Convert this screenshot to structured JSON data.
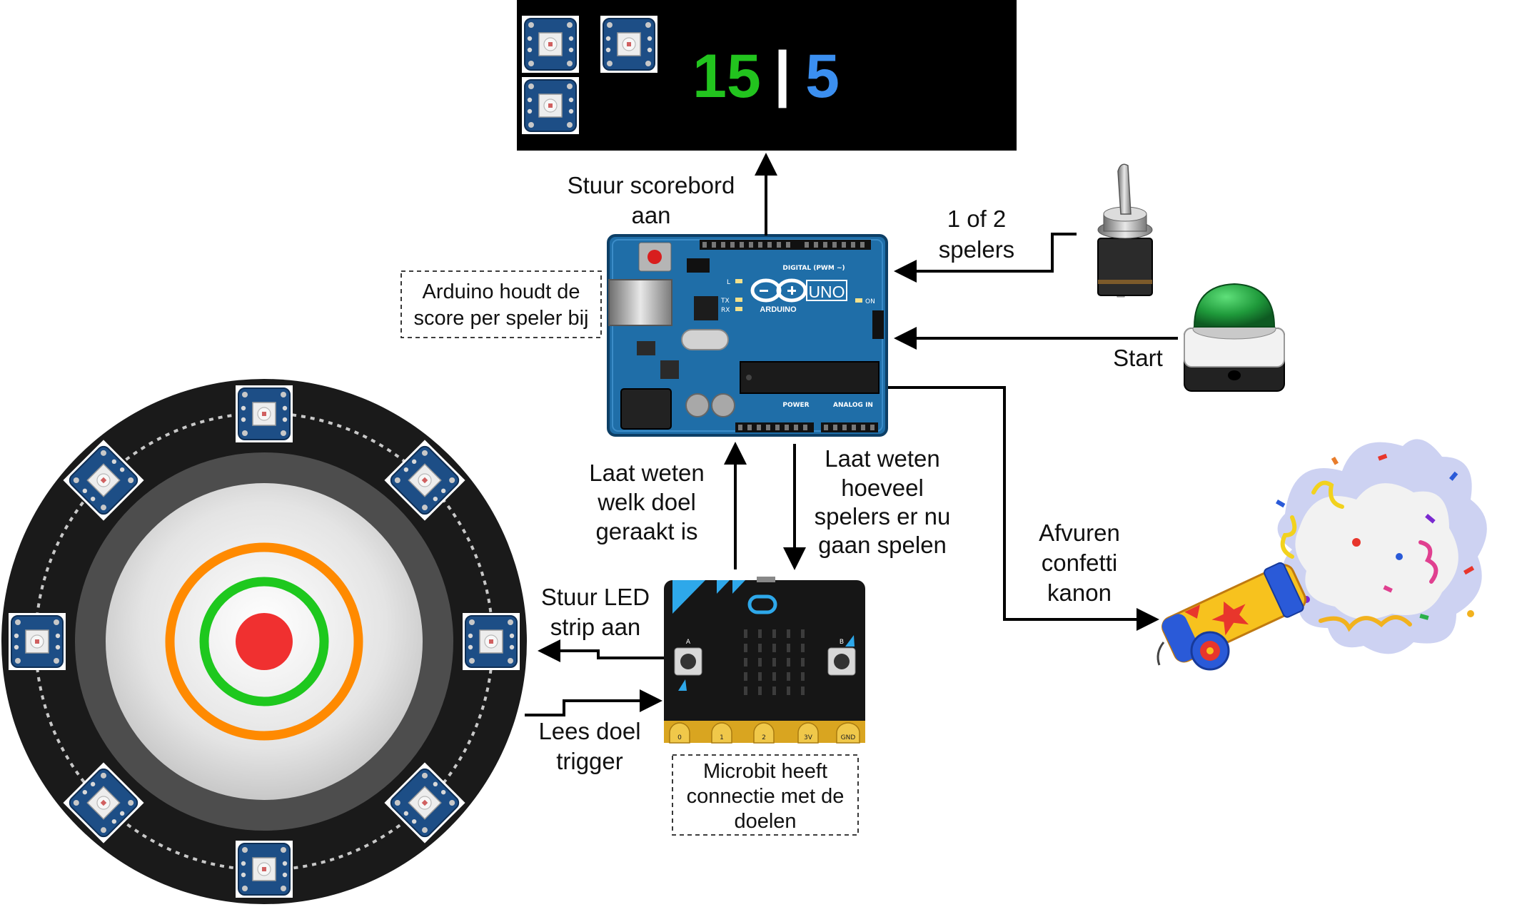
{
  "scoreboard": {
    "score_player1": "15",
    "separator": "|",
    "score_player2": "5",
    "color_player1": "#22c41e",
    "color_separator": "#ffffff",
    "color_player2": "#3b8ff0"
  },
  "labels": {
    "scoreboard_line1": "Stuur scorebord",
    "scoreboard_line2": "aan",
    "players_line1": "1 of 2",
    "players_line2": "spelers",
    "start": "Start",
    "hit_line1": "Laat weten",
    "hit_line2": "welk doel",
    "hit_line3": "geraakt is",
    "count_line1": "Laat weten",
    "count_line2": "hoeveel",
    "count_line3": "spelers er nu",
    "count_line4": "gaan spelen",
    "confetti_line1": "Afvuren",
    "confetti_line2": "confetti",
    "confetti_line3": "kanon",
    "led_line1": "Stuur LED",
    "led_line2": "strip aan",
    "trigger_line1": "Lees doel",
    "trigger_line2": "trigger"
  },
  "notes": {
    "arduino_line1": "Arduino houdt de",
    "arduino_line2": "score per speler bij",
    "microbit_line1": "Microbit heeft",
    "microbit_line2": "connectie met de",
    "microbit_line3": "doelen"
  },
  "arduino": {
    "brand": "ARDUINO",
    "model": "UNO",
    "header_digital": "DIGITAL (PWM ~)",
    "header_power": "POWER",
    "header_analog": "ANALOG IN",
    "led_l": "L",
    "led_tx": "TX",
    "led_rx": "RX",
    "led_on": "ON"
  },
  "microbit": {
    "pin_0": "0",
    "pin_1": "1",
    "pin_2": "2",
    "pin_3v": "3V",
    "pin_gnd": "GND",
    "button_a": "A",
    "button_b": "B"
  },
  "target": {
    "ring_outer_color": "#ff8a00",
    "ring_inner_color": "#1ec81e",
    "bullseye_color": "#f03030"
  },
  "icons": [
    "led-module-icon",
    "toggle-switch-icon",
    "green-push-button-icon",
    "confetti-cannon-icon"
  ]
}
